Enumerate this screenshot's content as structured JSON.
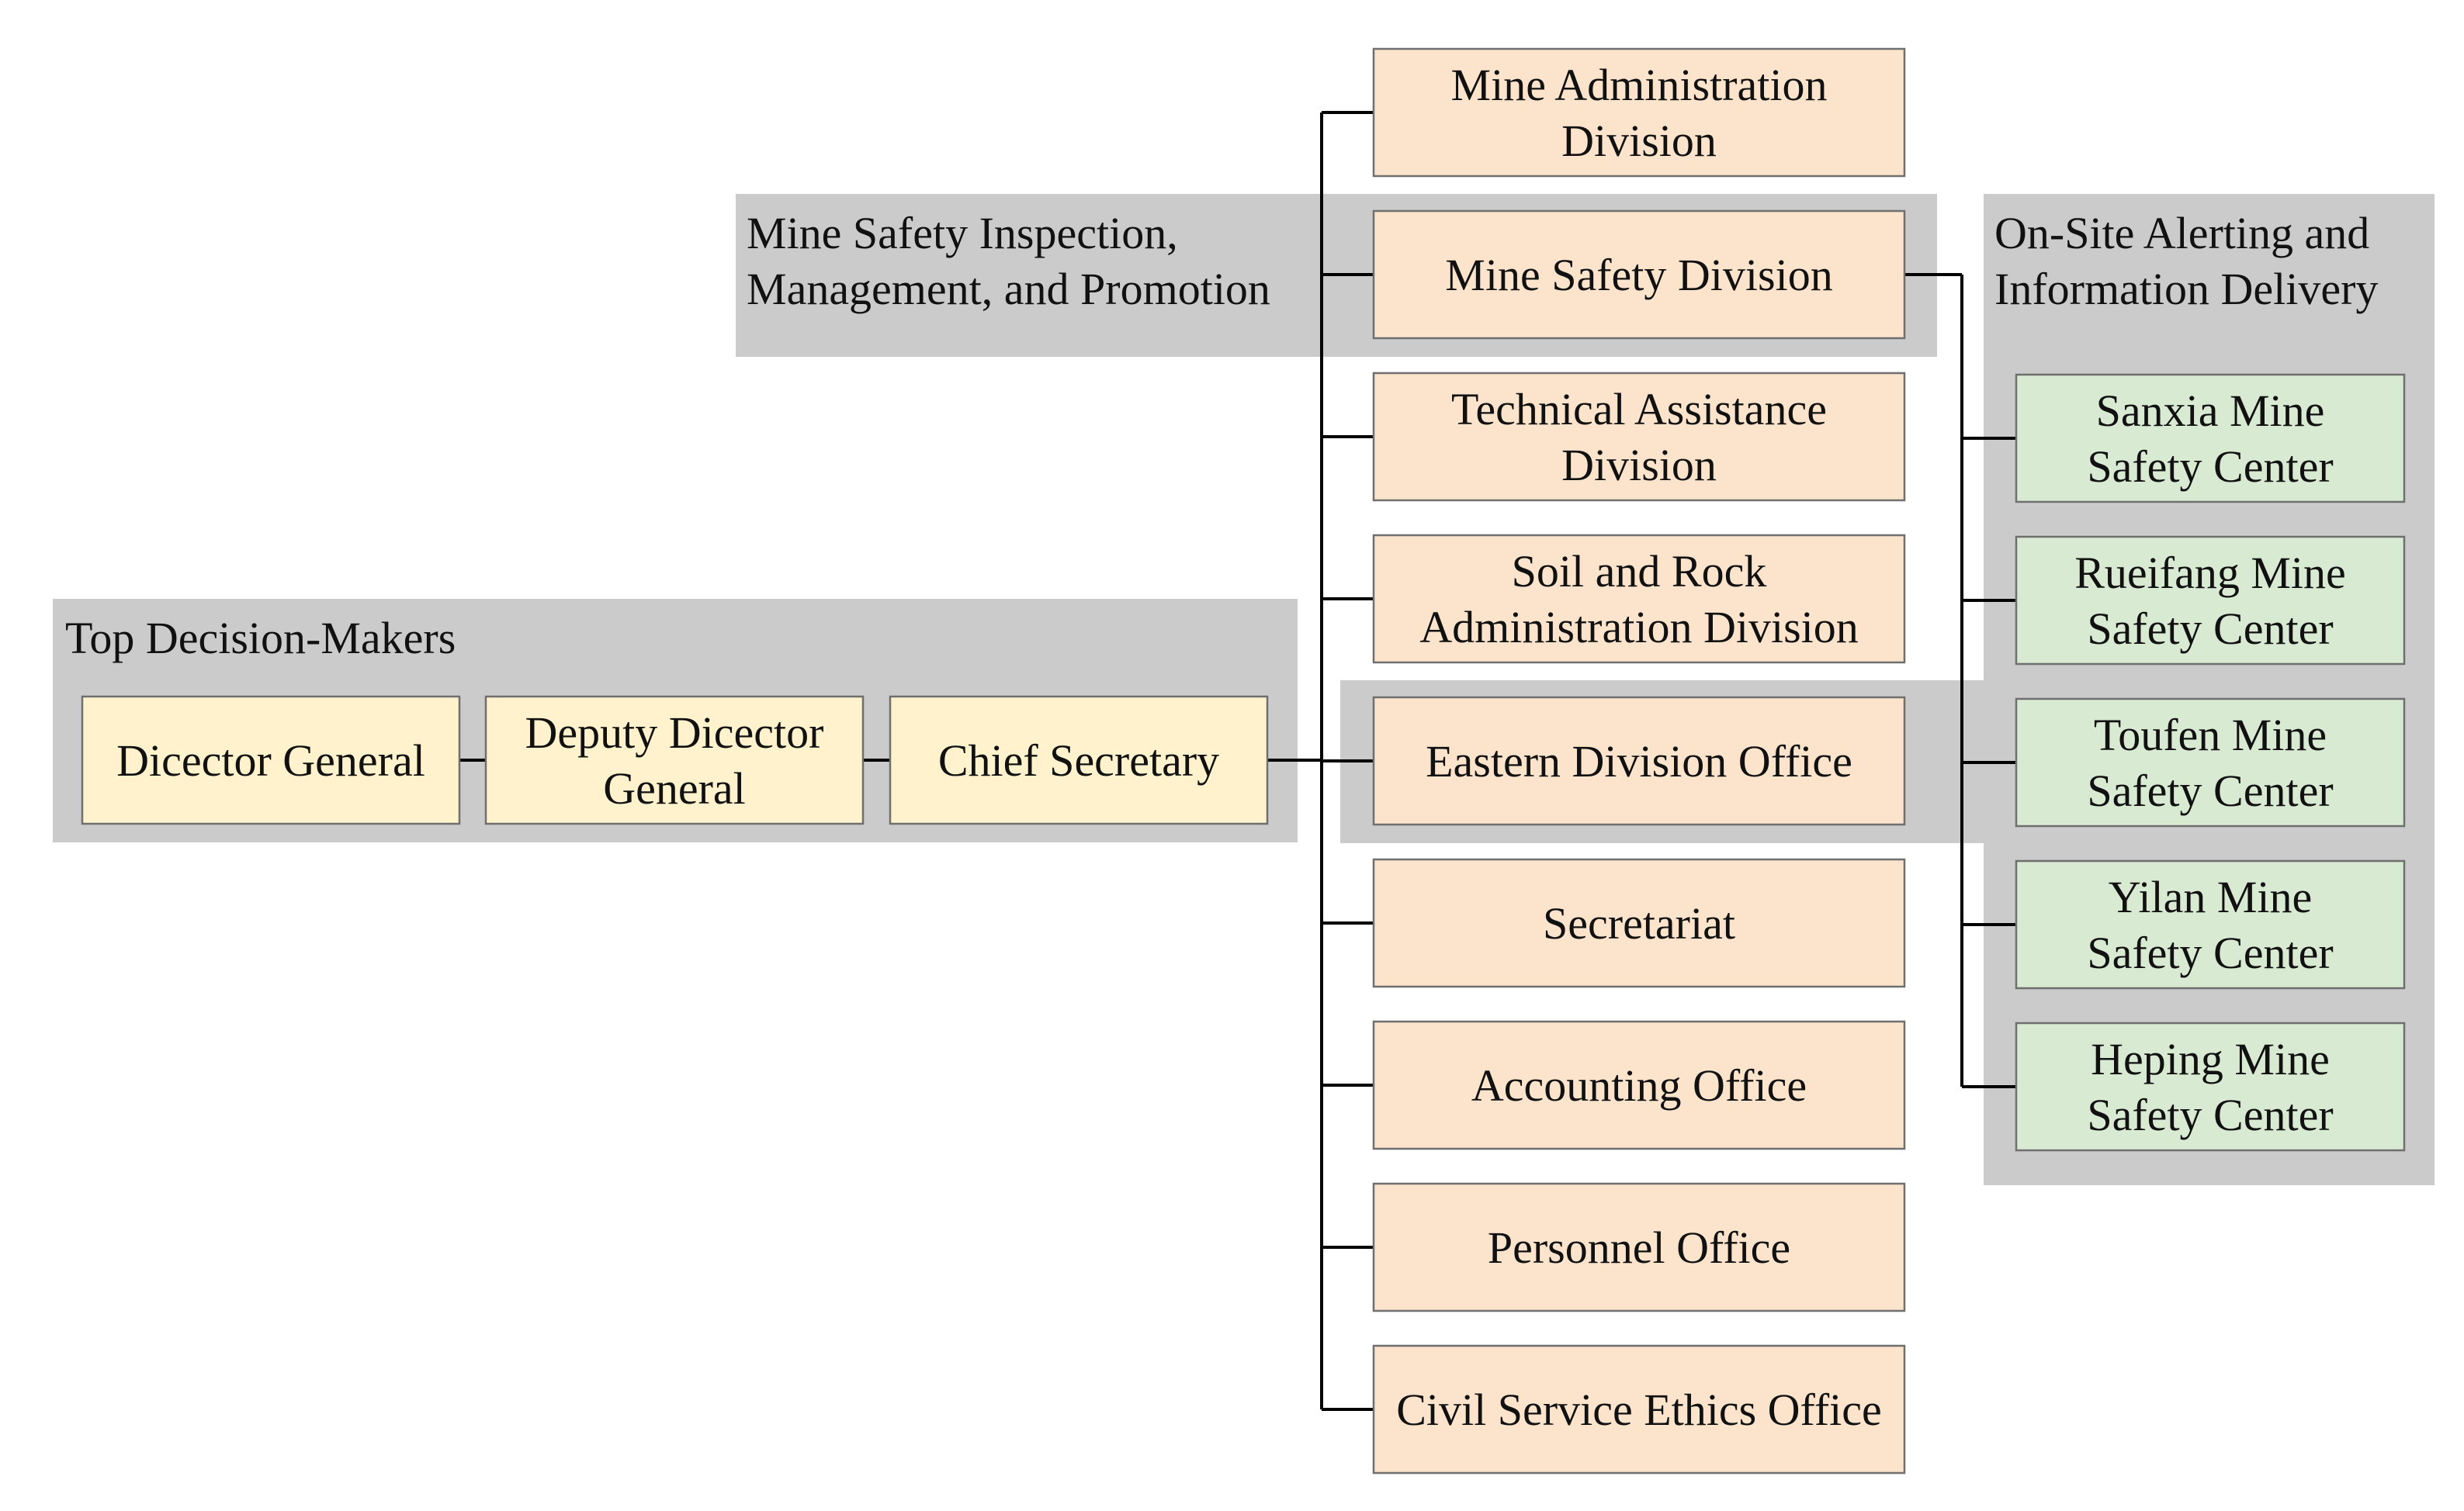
{
  "colors": {
    "group_background": "#cbcbcb",
    "leader_box": "#fff2cc",
    "division_box": "#fce4cc",
    "center_box": "#d9ead3",
    "box_border": "#6f6f6f",
    "connector": "#000000"
  },
  "groups": {
    "top": {
      "label": [
        "Top Decision-Makers"
      ]
    },
    "inspection": {
      "label": [
        "Mine Safety Inspection,",
        "Management, and Promotion"
      ]
    },
    "alerting": {
      "label": [
        "On-Site Alerting and",
        "Information Delivery"
      ]
    }
  },
  "leaders": [
    {
      "lines": [
        "Dicector General"
      ]
    },
    {
      "lines": [
        "Deputy Dicector",
        "General"
      ]
    },
    {
      "lines": [
        "Chief Secretary"
      ]
    }
  ],
  "divisions": [
    {
      "lines": [
        "Mine Administration",
        "Division"
      ]
    },
    {
      "lines": [
        "Mine Safety Division"
      ]
    },
    {
      "lines": [
        "Technical Assistance",
        "Division"
      ]
    },
    {
      "lines": [
        "Soil and Rock",
        "Administration Division"
      ]
    },
    {
      "lines": [
        "Eastern Division Office"
      ]
    },
    {
      "lines": [
        "Secretariat"
      ]
    },
    {
      "lines": [
        "Accounting Office"
      ]
    },
    {
      "lines": [
        "Personnel Office"
      ]
    },
    {
      "lines": [
        "Civil Service Ethics Office"
      ]
    }
  ],
  "centers": [
    {
      "lines": [
        "Sanxia Mine",
        "Safety Center"
      ]
    },
    {
      "lines": [
        "Rueifang Mine",
        "Safety Center"
      ]
    },
    {
      "lines": [
        "Toufen Mine",
        "Safety Center"
      ]
    },
    {
      "lines": [
        "Yilan Mine",
        "Safety Center"
      ]
    },
    {
      "lines": [
        "Heping Mine",
        "Safety Center"
      ]
    }
  ]
}
